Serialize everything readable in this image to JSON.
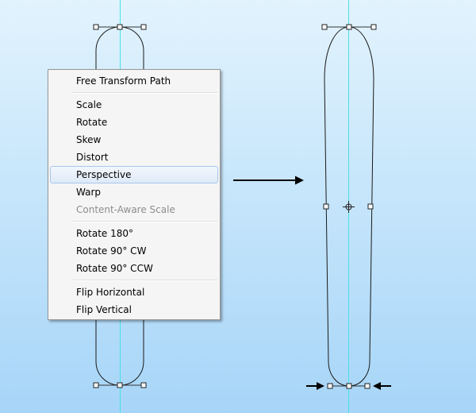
{
  "context_menu": {
    "groups": [
      [
        {
          "label": "Free Transform Path",
          "enabled": true
        }
      ],
      [
        {
          "label": "Scale",
          "enabled": true
        },
        {
          "label": "Rotate",
          "enabled": true
        },
        {
          "label": "Skew",
          "enabled": true
        },
        {
          "label": "Distort",
          "enabled": true
        },
        {
          "label": "Perspective",
          "enabled": true,
          "highlighted": true
        },
        {
          "label": "Warp",
          "enabled": true
        },
        {
          "label": "Content-Aware Scale",
          "enabled": false
        }
      ],
      [
        {
          "label": "Rotate 180°",
          "enabled": true
        },
        {
          "label": "Rotate 90° CW",
          "enabled": true
        },
        {
          "label": "Rotate 90° CCW",
          "enabled": true
        }
      ],
      [
        {
          "label": "Flip Horizontal",
          "enabled": true
        },
        {
          "label": "Flip Vertical",
          "enabled": true
        }
      ]
    ]
  },
  "colors": {
    "guide": "#48e0e6",
    "path": "#1a1a1a",
    "arrow": "#000000",
    "menu_highlight_border": "#a8c8ec",
    "disabled_text": "#8d8d8d"
  },
  "icons": {
    "transform_handle": "square-handle-icon",
    "reference_point": "crosshair-circle-icon",
    "direction_arrows": "arrow-right-icon, arrow-left-icon"
  }
}
